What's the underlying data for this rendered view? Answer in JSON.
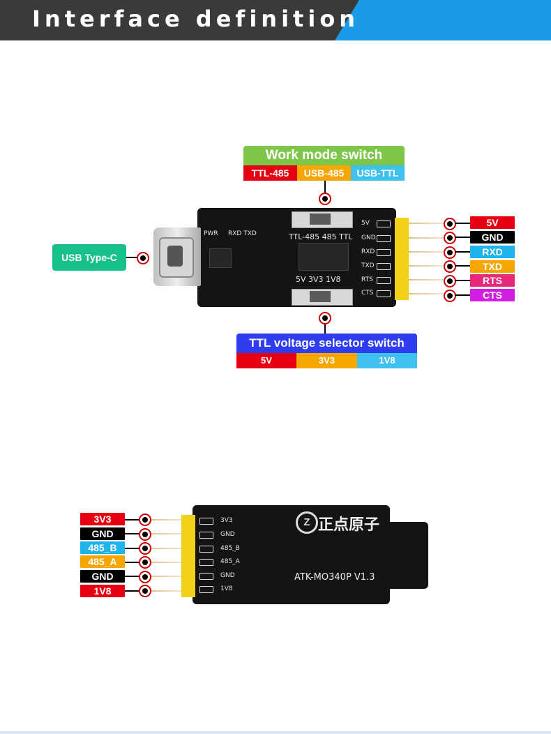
{
  "header": {
    "title": "Interface definition"
  },
  "top_board": {
    "work_mode": {
      "title": "Work mode switch",
      "options": [
        {
          "label": "TTL-485",
          "color": "#e60012"
        },
        {
          "label": "USB-485",
          "color": "#f7a600"
        },
        {
          "label": "USB-TTL",
          "color": "#3fc1f0"
        }
      ],
      "title_color": "#7ec64a"
    },
    "voltage_selector": {
      "title": "TTL voltage selector switch",
      "options": [
        {
          "label": "5V",
          "color": "#e60012"
        },
        {
          "label": "3V3",
          "color": "#f7a600"
        },
        {
          "label": "1V8",
          "color": "#3fc1f0"
        }
      ],
      "title_color": "#2e3df0"
    },
    "usb": {
      "label": "USB Type-C",
      "color": "#17c08a"
    },
    "silk": {
      "pwr": "PWR",
      "rxd_txd": "RXD TXD",
      "mode_row": "TTL-485  485  TTL",
      "volt_row": "5V   3V3   1V8",
      "pins": [
        "5V",
        "GND",
        "RXD",
        "TXD",
        "RTS",
        "CTS"
      ]
    },
    "pins": [
      {
        "label": "5V",
        "color": "#e60012"
      },
      {
        "label": "GND",
        "color": "#000000"
      },
      {
        "label": "RXD",
        "color": "#20b2ea"
      },
      {
        "label": "TXD",
        "color": "#f7a600"
      },
      {
        "label": "RTS",
        "color": "#e8287a"
      },
      {
        "label": "CTS",
        "color": "#d21ee0"
      }
    ]
  },
  "bottom_board": {
    "logo_text": "正点原子",
    "model": "ATK-MO340P  V1.3",
    "silk": [
      "3V3",
      "GND",
      "485_B",
      "485_A",
      "GND",
      "1V8"
    ],
    "pins": [
      {
        "label": "3V3",
        "color": "#e60012"
      },
      {
        "label": "GND",
        "color": "#000000"
      },
      {
        "label": "485_B",
        "color": "#20b2ea"
      },
      {
        "label": "485_A",
        "color": "#f7a600"
      },
      {
        "label": "GND",
        "color": "#000000"
      },
      {
        "label": "1V8",
        "color": "#e60012"
      }
    ]
  }
}
